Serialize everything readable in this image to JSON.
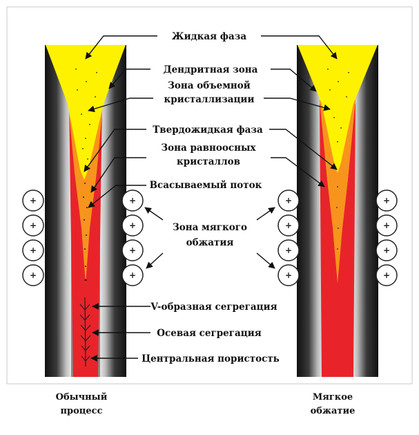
{
  "colors": {
    "liquid": "#fff200",
    "mushy": "#f7941d",
    "solid": "#e8242a",
    "shell_dark": "#1a1a1a",
    "shell_light": "#d9d9d9"
  },
  "labels": {
    "liquid_phase": "Жидкая фаза",
    "dendritic_zone": "Дендритная зона",
    "volume_cryst_1": "Зона объемной",
    "volume_cryst_2": "кристаллизации",
    "solid_liquid": "Твердожидкая фаза",
    "equiaxed_1": "Зона равноосных",
    "equiaxed_2": "кристаллов",
    "suction_flow": "Всасываемый поток",
    "soft_reduction_zone_1": "Зона мягкого",
    "soft_reduction_zone_2": "обжатия",
    "v_segregation": "V-образная сегрегация",
    "axial_segregation": "Осевая сегрегация",
    "central_porosity": "Центральная пористость"
  },
  "captions": {
    "left_1": "Обычный",
    "left_2": "процесс",
    "right_1": "Мягкое",
    "right_2": "обжатие"
  },
  "roller_symbol": "+"
}
